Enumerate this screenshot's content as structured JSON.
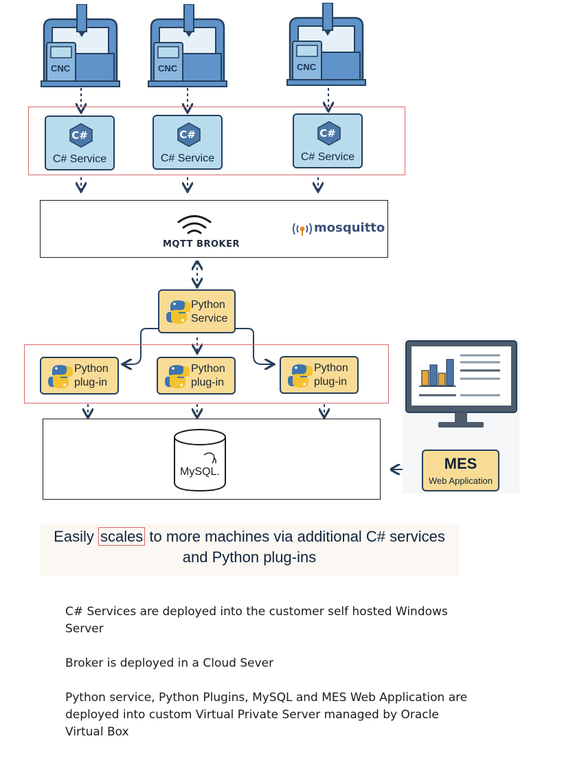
{
  "machines": [
    {
      "label": "CNC"
    },
    {
      "label": "CNC"
    },
    {
      "label": "CNC"
    }
  ],
  "csharp_services": [
    {
      "icon_text": "C#",
      "label": "C# Service"
    },
    {
      "icon_text": "C#",
      "label": "C# Service"
    },
    {
      "icon_text": "C#",
      "label": "C# Service"
    }
  ],
  "broker": {
    "label": "MQTT BROKER",
    "brand": "mosquitto",
    "icon": "wifi-icon"
  },
  "python_service": {
    "line1": "Python",
    "line2": "Service"
  },
  "python_plugins": [
    {
      "line1": "Python",
      "line2": "plug-in"
    },
    {
      "line1": "Python",
      "line2": "plug-in"
    },
    {
      "line1": "Python",
      "line2": "plug-in"
    }
  ],
  "database": {
    "label": "MySQL."
  },
  "mes": {
    "title": "MES",
    "subtitle": "Web Application"
  },
  "scale_note": {
    "before": "Easily ",
    "highlight": "scales",
    "after": " to more machines via additional C# services",
    "line2": "and Python plug-ins"
  },
  "deployment_notes": [
    "C# Services are deployed into the customer self hosted Windows Server",
    "Broker is deployed in a Cloud Sever",
    "Python service, Python Plugins, MySQL and MES Web Application are deployed into custom Virtual Private Server managed by Oracle Virtual Box"
  ],
  "colors": {
    "machine_blue": "#5f93c9",
    "dark_navy": "#253f5c",
    "csharp_fill": "#b9dbee",
    "python_fill": "#f8dc96",
    "highlight_red": "#d9676a"
  }
}
